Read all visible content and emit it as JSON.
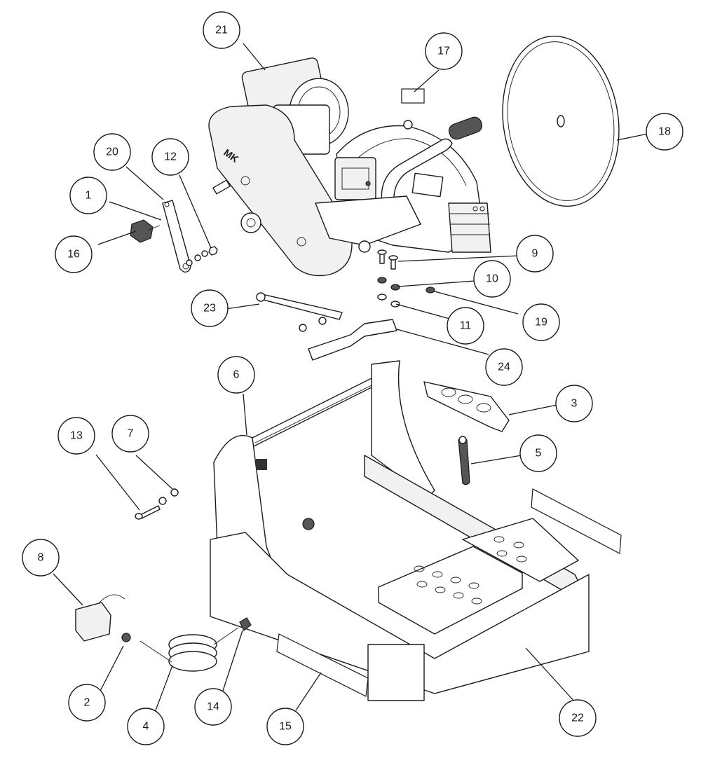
{
  "diagram": {
    "callouts": [
      {
        "id": "1",
        "label": "1"
      },
      {
        "id": "2",
        "label": "2"
      },
      {
        "id": "3",
        "label": "3"
      },
      {
        "id": "4",
        "label": "4"
      },
      {
        "id": "5",
        "label": "5"
      },
      {
        "id": "6",
        "label": "6"
      },
      {
        "id": "7",
        "label": "7"
      },
      {
        "id": "8",
        "label": "8"
      },
      {
        "id": "9",
        "label": "9"
      },
      {
        "id": "10",
        "label": "10"
      },
      {
        "id": "11",
        "label": "11"
      },
      {
        "id": "12",
        "label": "12"
      },
      {
        "id": "13",
        "label": "13"
      },
      {
        "id": "14",
        "label": "14"
      },
      {
        "id": "15",
        "label": "15"
      },
      {
        "id": "16",
        "label": "16"
      },
      {
        "id": "17",
        "label": "17"
      },
      {
        "id": "18",
        "label": "18"
      },
      {
        "id": "19",
        "label": "19"
      },
      {
        "id": "20",
        "label": "20"
      },
      {
        "id": "21",
        "label": "21"
      },
      {
        "id": "22",
        "label": "22"
      },
      {
        "id": "23",
        "label": "23"
      },
      {
        "id": "24",
        "label": "24"
      }
    ],
    "line_color": "#1a1a1a",
    "background": "#ffffff"
  }
}
